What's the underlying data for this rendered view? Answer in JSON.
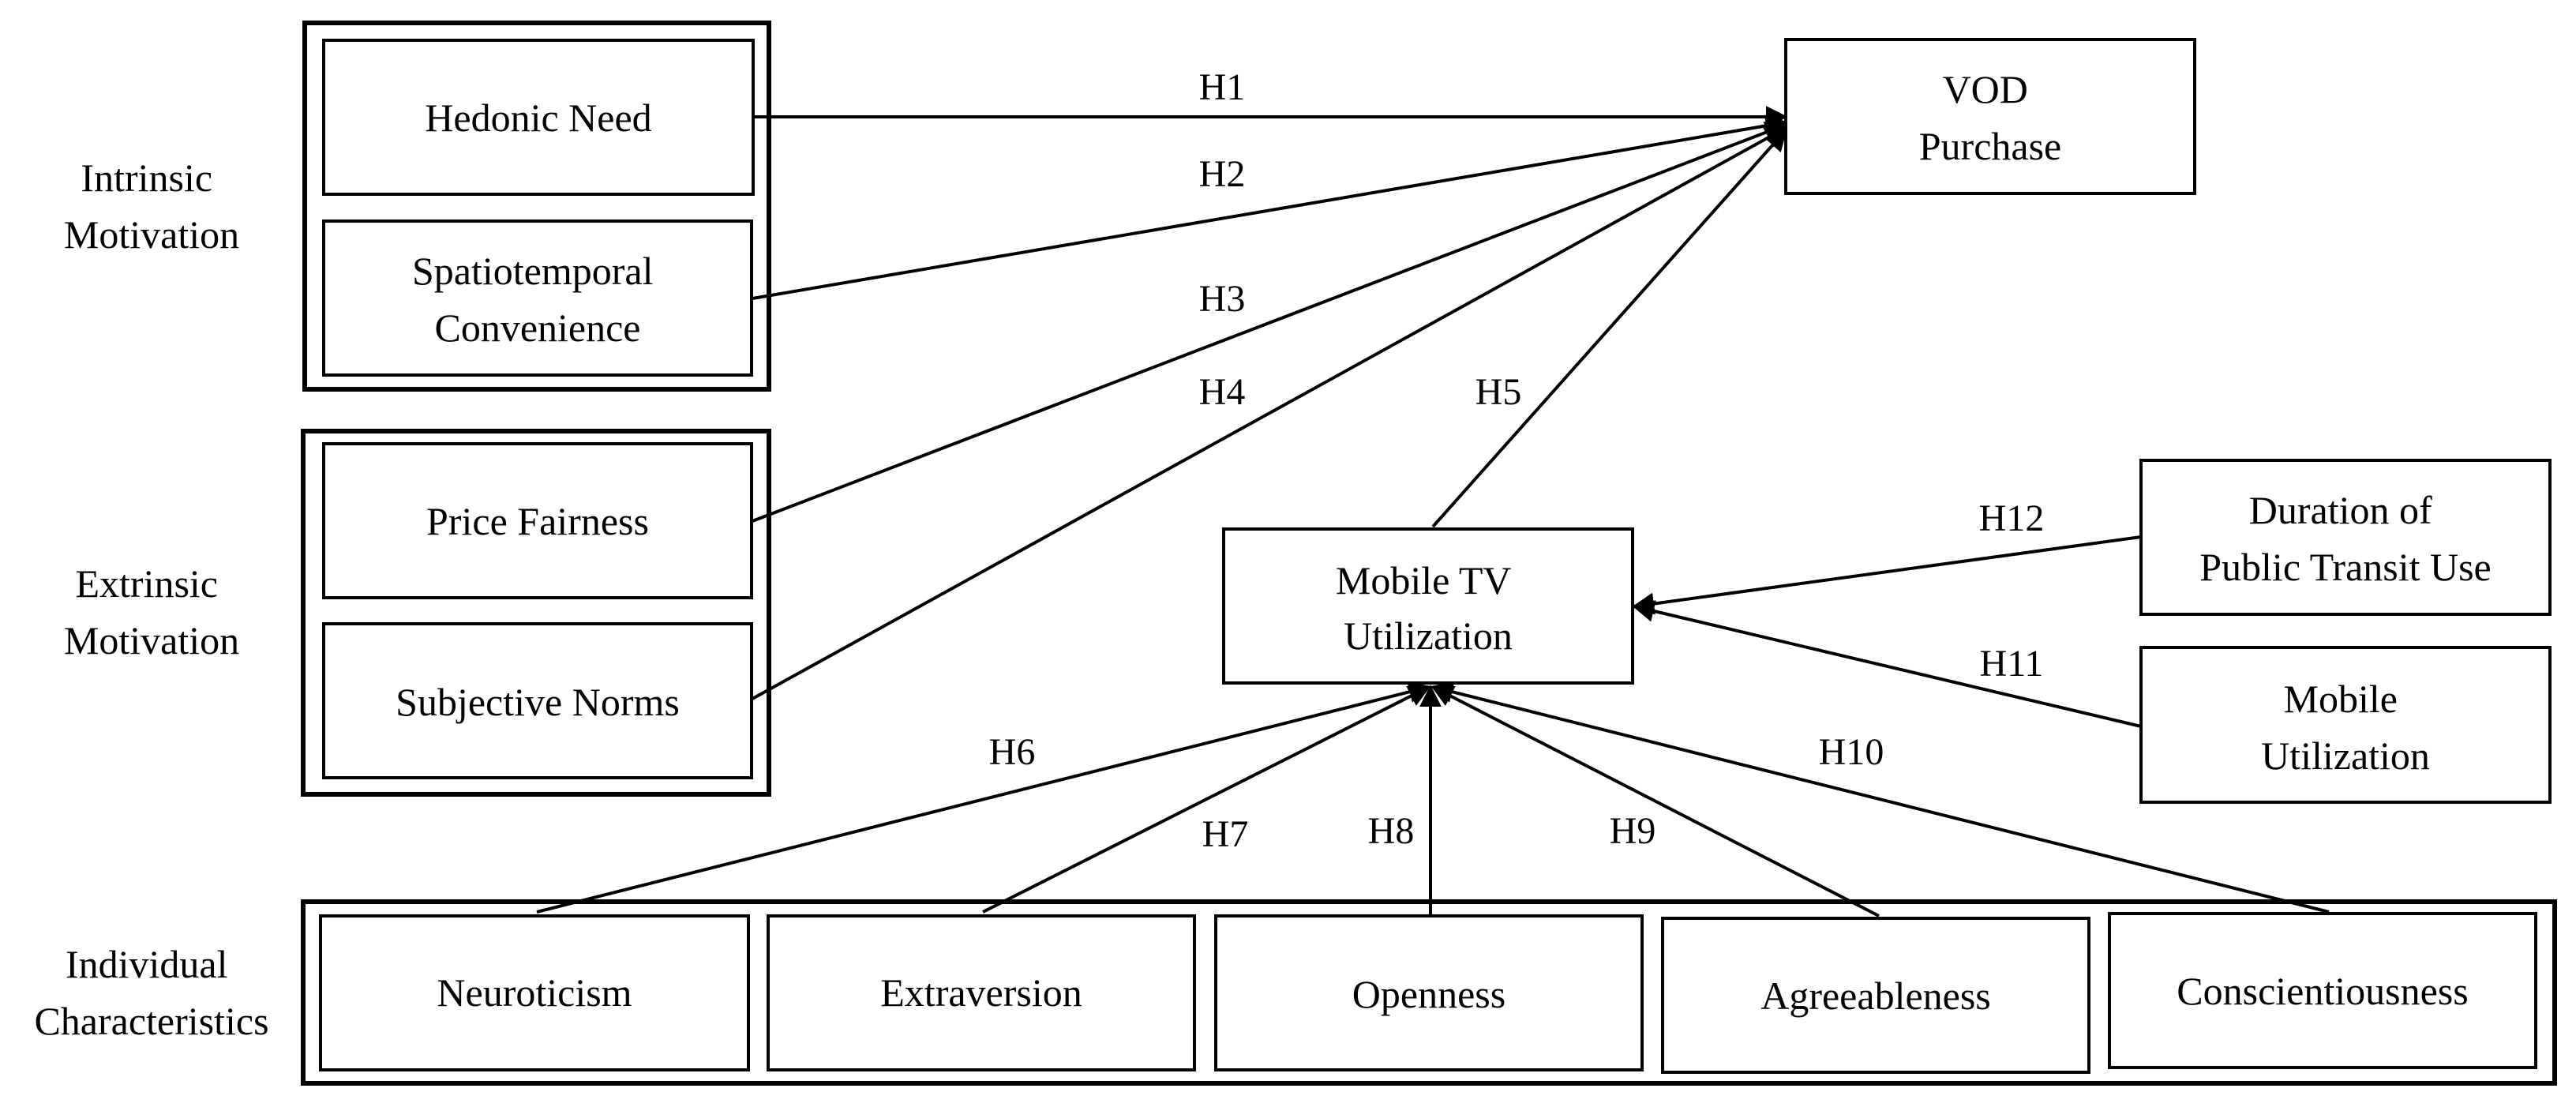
{
  "groups": {
    "intrinsic": [
      "Intrinsic",
      "Motivation"
    ],
    "extrinsic": [
      "Extrinsic",
      "Motivation"
    ],
    "individual": [
      "Individual",
      "Characteristics"
    ]
  },
  "constructs": {
    "hedonic_need": [
      "Hedonic Need"
    ],
    "spatiotemporal": [
      "Spatiotemporal",
      "Convenience"
    ],
    "price_fairness": [
      "Price Fairness"
    ],
    "subjective_norms": [
      "Subjective Norms"
    ],
    "vod_purchase": [
      "VOD",
      "Purchase"
    ],
    "mobile_tv": [
      "Mobile TV",
      "Utilization"
    ],
    "transit": [
      "Duration of",
      "Public Transit Use"
    ],
    "mobile_util": [
      "Mobile",
      "Utilization"
    ],
    "neuroticism": [
      "Neuroticism"
    ],
    "extraversion": [
      "Extraversion"
    ],
    "openness": [
      "Openness"
    ],
    "agreeableness": [
      "Agreeableness"
    ],
    "conscientiousness": [
      "Conscientiousness"
    ]
  },
  "hypotheses": [
    {
      "id": "h1",
      "label": "H1",
      "from": "hedonic_need",
      "to": "vod_purchase"
    },
    {
      "id": "h2",
      "label": "H2",
      "from": "spatiotemporal",
      "to": "vod_purchase"
    },
    {
      "id": "h3",
      "label": "H3",
      "from": "price_fairness",
      "to": "vod_purchase"
    },
    {
      "id": "h4",
      "label": "H4",
      "from": "subjective_norms",
      "to": "vod_purchase"
    },
    {
      "id": "h5",
      "label": "H5",
      "from": "mobile_tv",
      "to": "vod_purchase"
    },
    {
      "id": "h6",
      "label": "H6",
      "from": "neuroticism",
      "to": "mobile_tv"
    },
    {
      "id": "h7",
      "label": "H7",
      "from": "extraversion",
      "to": "mobile_tv"
    },
    {
      "id": "h8",
      "label": "H8",
      "from": "openness",
      "to": "mobile_tv"
    },
    {
      "id": "h9",
      "label": "H9",
      "from": "agreeableness",
      "to": "mobile_tv"
    },
    {
      "id": "h10",
      "label": "H10",
      "from": "conscientiousness",
      "to": "mobile_tv"
    },
    {
      "id": "h11",
      "label": "H11",
      "from": "mobile_util",
      "to": "mobile_tv"
    },
    {
      "id": "h12",
      "label": "H12",
      "from": "transit",
      "to": "mobile_tv"
    }
  ]
}
